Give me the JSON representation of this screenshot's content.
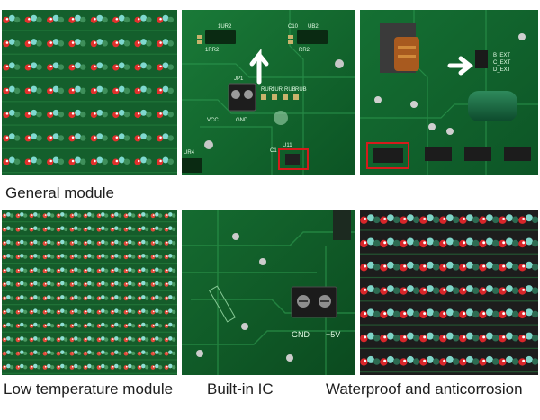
{
  "captions": {
    "general": "General module",
    "low_temp": "Low temperature module",
    "built_in_ic": "Built-in IC",
    "waterproof": "Waterproof and anticorrosion"
  },
  "board_labels": {
    "p2_chips": [
      "1UR2",
      "UB2",
      "C10",
      "1RR2",
      "RR2"
    ],
    "p2_jp": "JP1",
    "p2_vcc": "VCC",
    "p2_gnd": "GND",
    "p2_bottom": [
      "UR4",
      "C1",
      "U11"
    ],
    "p2_mid": [
      "RUR",
      "1UR",
      "RUB",
      "RUB"
    ],
    "p3_right": [
      "B_EXT",
      "C_EXT",
      "D_EXT"
    ],
    "p5_gnd": "GND",
    "p5_5v": "+5V"
  },
  "colors": {
    "pcb_green": "#12682e",
    "pcb_dark": "#0b4a1f",
    "led_red": "#e02a2a",
    "led_cyan": "#6fd6cf",
    "highlight_red": "#d41c1c",
    "arrow_white": "#ffffff"
  }
}
